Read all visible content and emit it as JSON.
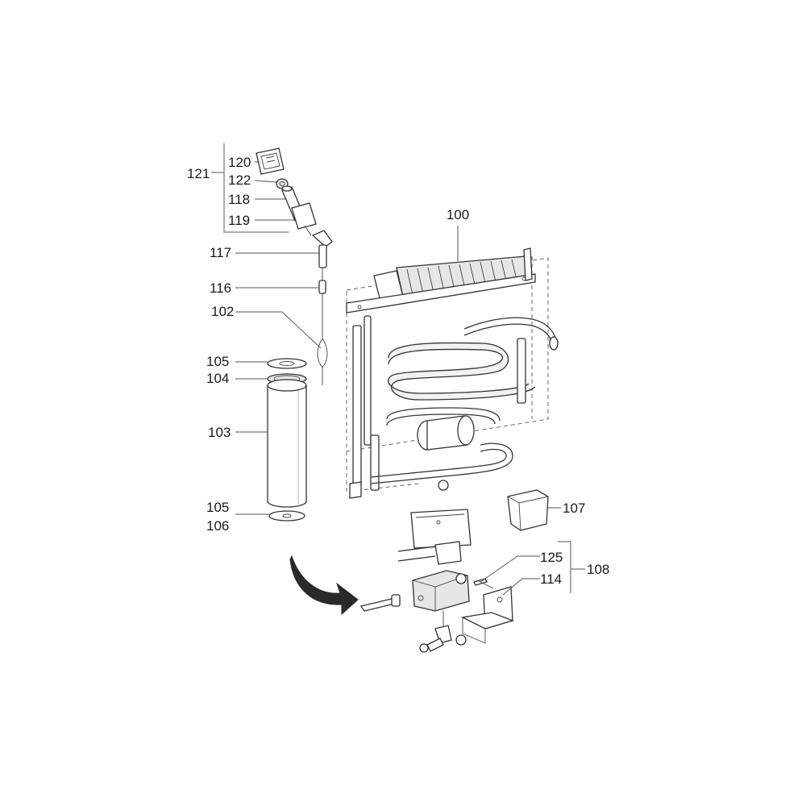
{
  "labels": {
    "p100": "100",
    "p102": "102",
    "p103": "103",
    "p104": "104",
    "p105a": "105",
    "p105b": "105",
    "p106": "106",
    "p107": "107",
    "p108": "108",
    "p114": "114",
    "p116": "116",
    "p117": "117",
    "p118": "118",
    "p119": "119",
    "p120": "120",
    "p121": "121",
    "p122": "122",
    "p125": "125"
  },
  "colors": {
    "line": "#333333",
    "fill": "#e6e6e6",
    "arrow": "#2a2a2a"
  }
}
